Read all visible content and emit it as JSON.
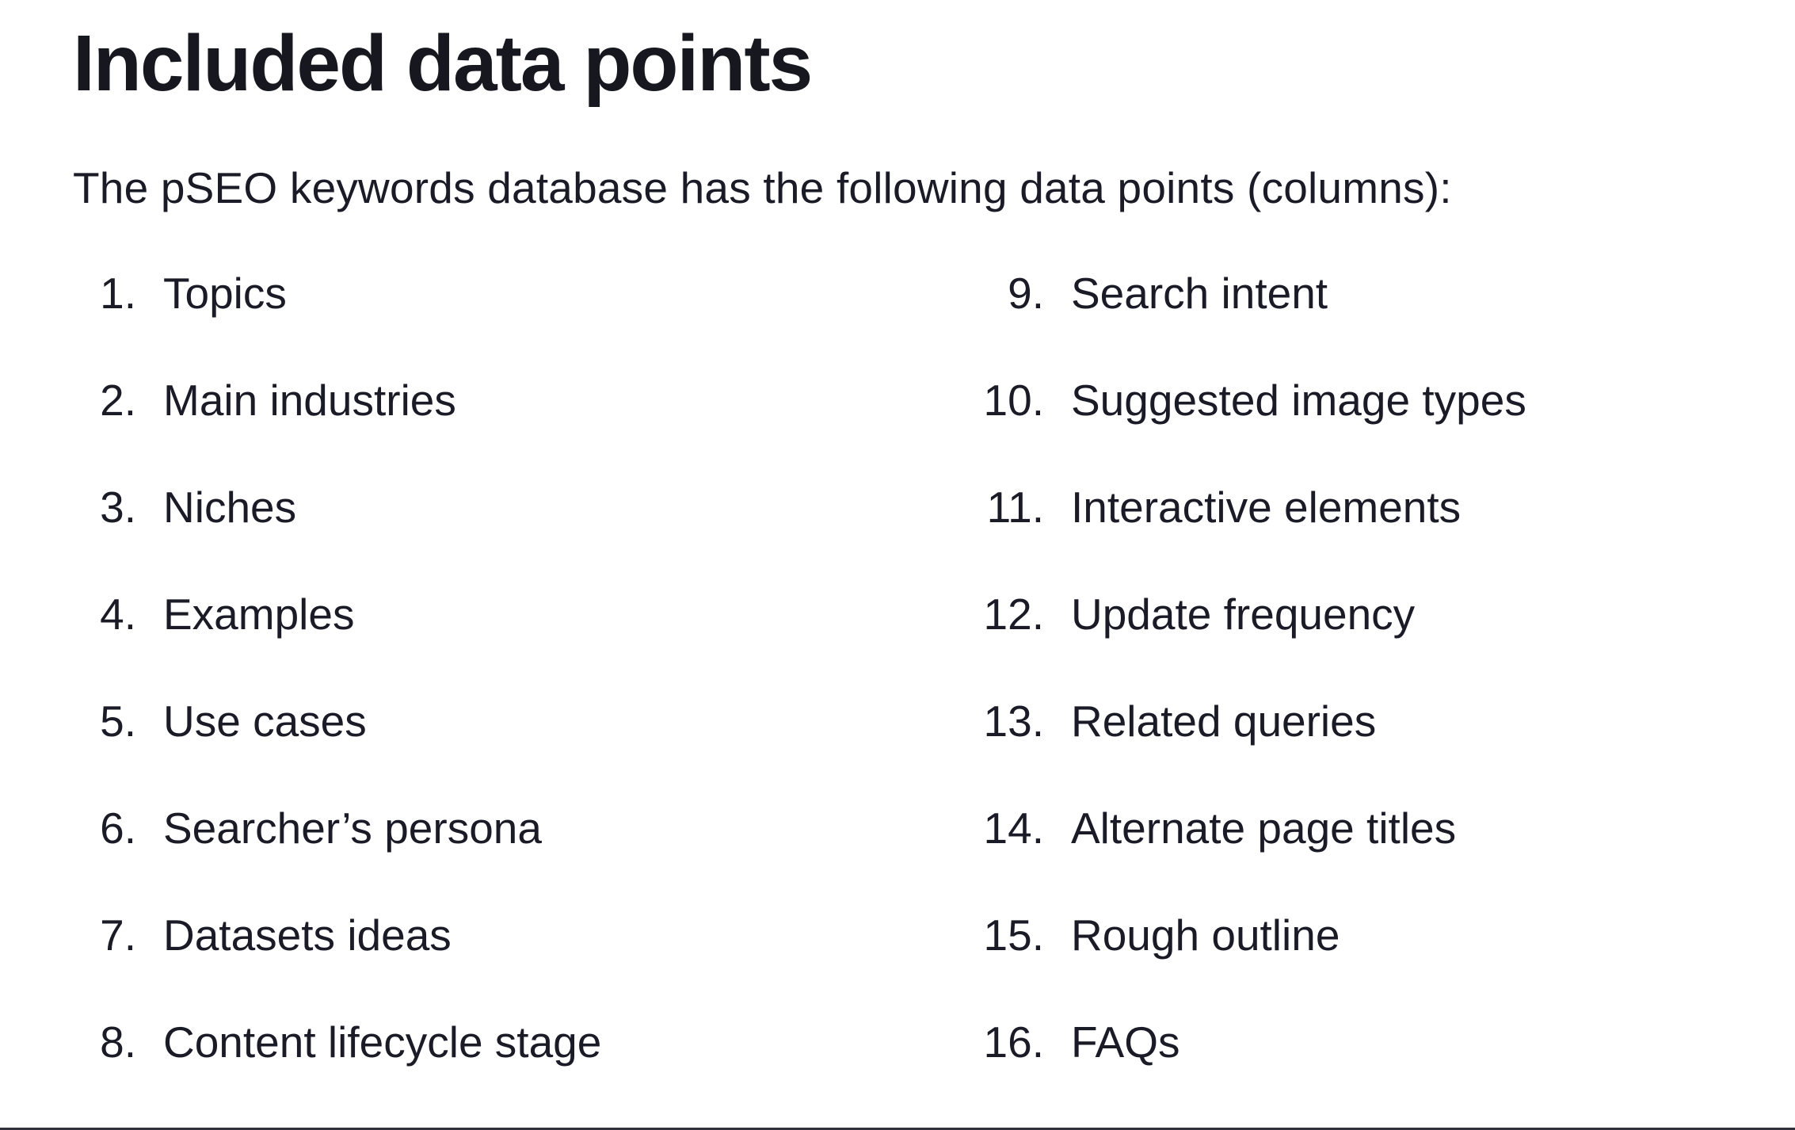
{
  "page": {
    "title": "Included data points",
    "intro": "The pSEO keywords database has the following data points (columns):",
    "list": {
      "items": [
        {
          "number": "1.",
          "label": "Topics"
        },
        {
          "number": "2.",
          "label": "Main industries"
        },
        {
          "number": "3.",
          "label": "Niches"
        },
        {
          "number": "4.",
          "label": "Examples"
        },
        {
          "number": "5.",
          "label": "Use cases"
        },
        {
          "number": "6.",
          "label": "Searcher’s persona"
        },
        {
          "number": "7.",
          "label": "Datasets ideas"
        },
        {
          "number": "8.",
          "label": "Content lifecycle stage"
        },
        {
          "number": "9.",
          "label": "Search intent"
        },
        {
          "number": "10.",
          "label": "Suggested image types"
        },
        {
          "number": "11.",
          "label": "Interactive elements"
        },
        {
          "number": "12.",
          "label": "Update frequency"
        },
        {
          "number": "13.",
          "label": "Related queries"
        },
        {
          "number": "14.",
          "label": "Alternate page titles"
        },
        {
          "number": "15.",
          "label": "Rough outline"
        },
        {
          "number": "16.",
          "label": "FAQs"
        }
      ]
    },
    "colors": {
      "background": "#ffffff",
      "text": "#1a1b26",
      "heading": "#16171f",
      "divider": "#30313c"
    }
  }
}
